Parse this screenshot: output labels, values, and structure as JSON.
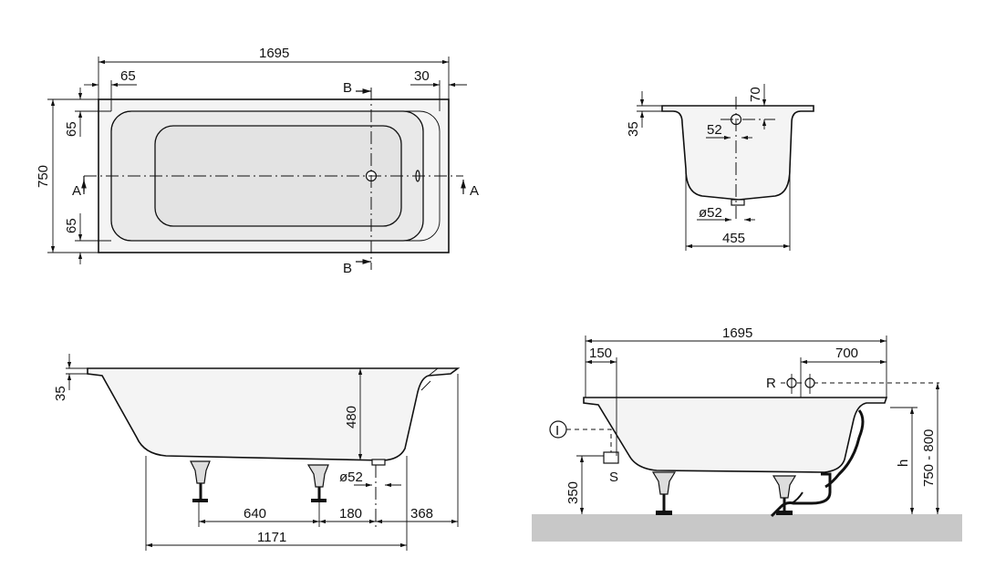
{
  "top_view": {
    "length": "1695",
    "width": "750",
    "rim_left": "65",
    "rim_right": "30",
    "rim_top": "65",
    "rim_bottom": "65",
    "section_a": "A",
    "section_b": "B"
  },
  "cross_section": {
    "rim_height": "70",
    "rim_thickness": "35",
    "drain_offset": "52",
    "drain_diameter": "ø52",
    "base_width": "455"
  },
  "side_view": {
    "rim_thickness": "35",
    "depth": "480",
    "drain_diameter": "ø52",
    "leg_spacing": "640",
    "drain_offset": "180",
    "end_offset": "368",
    "overall_legs": "1171"
  },
  "install_view": {
    "length": "1695",
    "overflow_offset": "150",
    "valve_offset": "700",
    "valve_label": "R",
    "overflow_label": "I",
    "waste_label": "S",
    "waste_height": "350",
    "height_var": "h",
    "height_range": "750 - 800"
  }
}
